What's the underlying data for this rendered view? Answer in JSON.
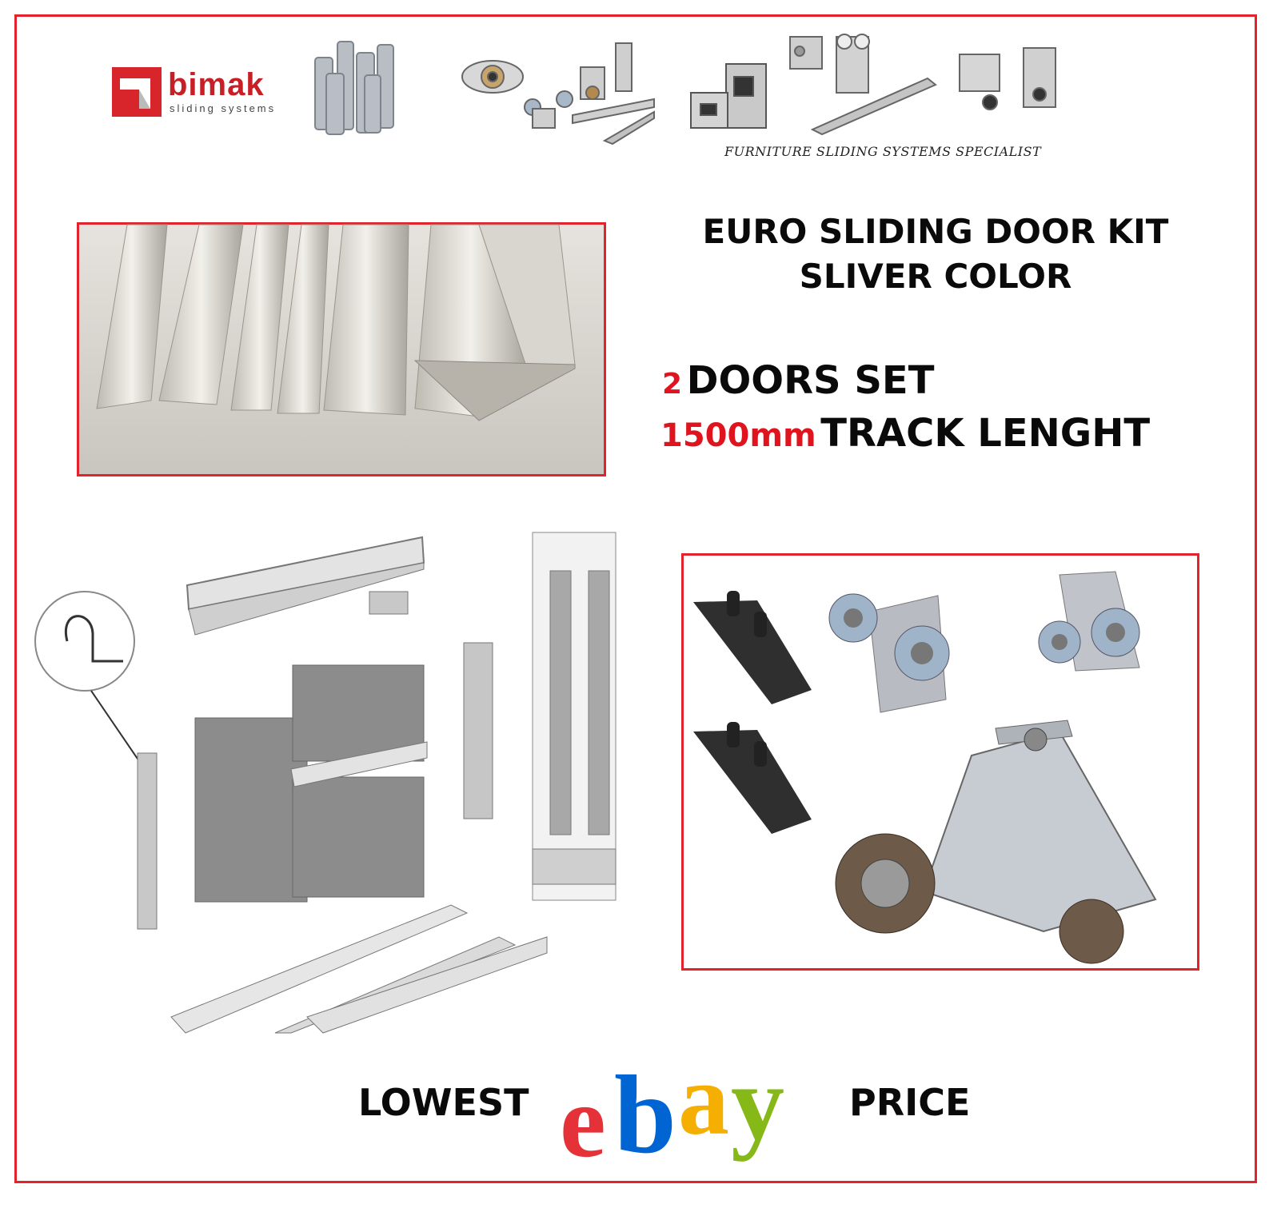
{
  "brand": {
    "name": "bimak",
    "subtitle": "sliding systems",
    "tagline": "FURNITURE SLIDING SYSTEMS SPECIALIST"
  },
  "title": {
    "line1": "EURO SLIDING DOOR KIT",
    "line2": "SLIVER COLOR"
  },
  "doors": {
    "count": "2",
    "label": "DOORS SET"
  },
  "track": {
    "length": "1500mm",
    "label": "TRACK LENGHT"
  },
  "footer": {
    "left": "LOWEST",
    "right": "PRICE",
    "ebay": [
      "e",
      "b",
      "a",
      "y"
    ]
  },
  "colors": {
    "accent_red": "#e3232b",
    "ebay_red": "#e53238",
    "ebay_blue": "#0064d2",
    "ebay_yellow": "#f5af02",
    "ebay_green": "#86b817"
  },
  "icons": [
    "aluminium-profiles",
    "roller-hardware",
    "wheel-carriages",
    "track-rails",
    "door-assembly-diagram",
    "wheel-assembly"
  ]
}
